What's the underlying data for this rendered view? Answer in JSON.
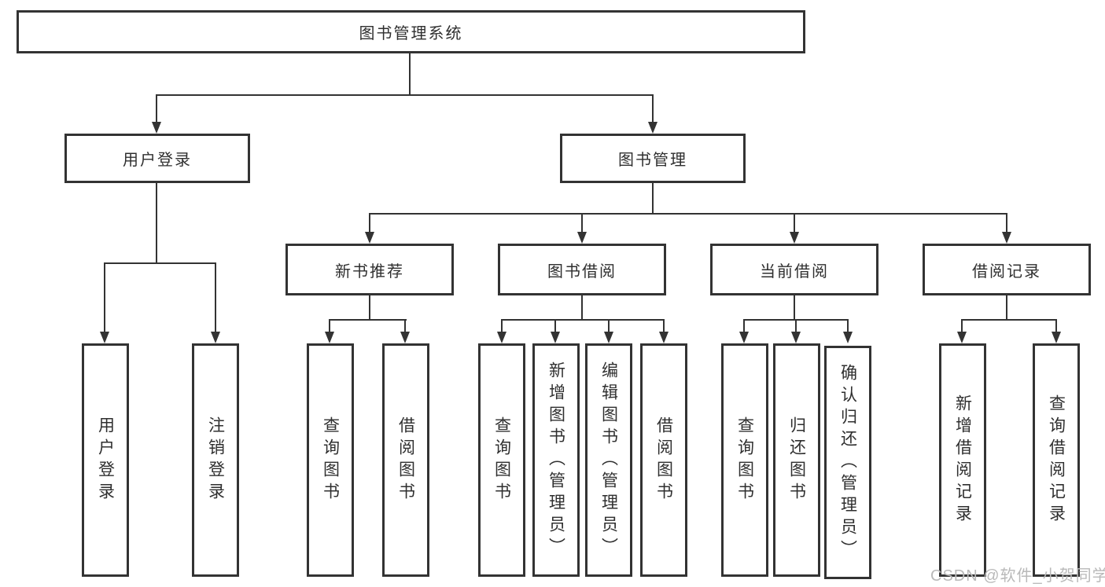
{
  "diagram": {
    "root": {
      "label": "图书管理系统"
    },
    "user_login": {
      "label": "用户登录",
      "children": [
        {
          "label": "用户登录"
        },
        {
          "label": "注销登录"
        }
      ]
    },
    "book_management": {
      "label": "图书管理",
      "sections": [
        {
          "label": "新书推荐",
          "children": [
            {
              "label": "查询图书"
            },
            {
              "label": "借阅图书"
            }
          ]
        },
        {
          "label": "图书借阅",
          "children": [
            {
              "label": "查询图书"
            },
            {
              "label": "新增图书（管理员）"
            },
            {
              "label": "编辑图书（管理员）"
            },
            {
              "label": "借阅图书"
            }
          ]
        },
        {
          "label": "当前借阅",
          "children": [
            {
              "label": "查询图书"
            },
            {
              "label": "归还图书"
            },
            {
              "label": "确认归还（管理员）"
            }
          ]
        },
        {
          "label": "借阅记录",
          "children": [
            {
              "label": "新增借阅记录"
            },
            {
              "label": "查询借阅记录"
            }
          ]
        }
      ]
    },
    "watermark": "CSDN @软件_小贺同学",
    "colors": {
      "line": "#333333",
      "text": "#2f2f2f",
      "watermark": "#b9b9b9",
      "background": "#ffffff"
    }
  }
}
